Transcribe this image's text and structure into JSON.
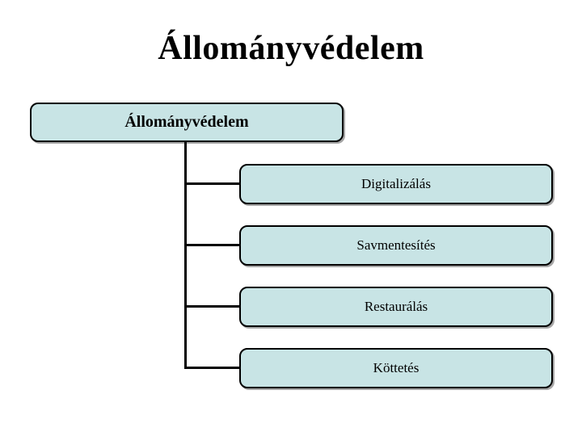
{
  "slide": {
    "title": "Állományvédelem"
  },
  "diagram": {
    "type": "org-chart",
    "root": {
      "label": "Állományvédelem"
    },
    "children": [
      {
        "label": "Digitalizálás"
      },
      {
        "label": "Savmentesítés"
      },
      {
        "label": "Restaurálás"
      },
      {
        "label": "Köttetés"
      }
    ]
  },
  "colors": {
    "background": "#ffffff",
    "box_fill": "#c8e4e5",
    "box_border": "#000000",
    "connector": "#000000",
    "text": "#000000"
  }
}
